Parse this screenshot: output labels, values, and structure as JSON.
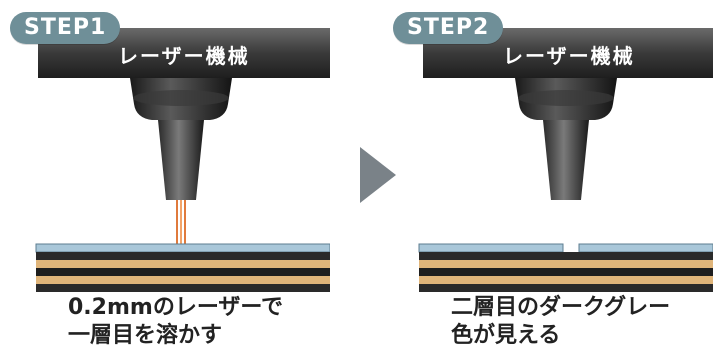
{
  "step1": {
    "badge": "STEP1",
    "machine_label": "レーザー機械",
    "caption_line1": "0.2mmのレーザーで",
    "caption_line2": "一層目を溶かす"
  },
  "step2": {
    "badge": "STEP2",
    "machine_label": "レーザー機械",
    "caption_line1": "二層目のダークグレー",
    "caption_line2": "色が見える"
  },
  "colors": {
    "badge": "#6f8f98",
    "arrow": "#7a8288",
    "top_layer": "#a9c7d9",
    "tan_layer": "#e0b57a",
    "dark_layer": "#2a2a2a",
    "laser": "#e07a3c"
  }
}
